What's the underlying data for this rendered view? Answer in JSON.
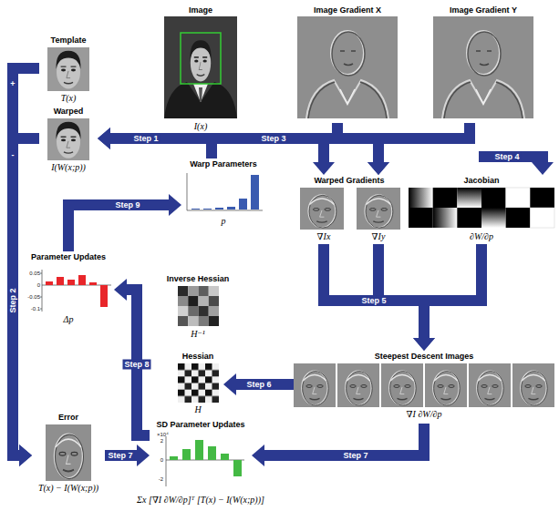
{
  "diagram": {
    "nodes": [
      {
        "text": [
          "Template",
          "T(x)"
        ]
      },
      {
        "text": [
          "Image",
          "I(x)"
        ]
      },
      {
        "text": [
          "Image Gradient X"
        ]
      },
      {
        "text": [
          "Image Gradient Y"
        ]
      },
      {
        "text": [
          "Warped",
          "I(W(x;p))"
        ]
      },
      {
        "text": [
          "Warp Parameters",
          "p"
        ]
      },
      {
        "text": [
          "Warped Gradients",
          "∇Ix",
          "∇Iy"
        ]
      },
      {
        "text": [
          "Jacobian",
          "∂W/∂p"
        ]
      },
      {
        "text": [
          "Parameter Updates",
          "Δp"
        ]
      },
      {
        "text": [
          "Inverse Hessian",
          "H⁻¹"
        ]
      },
      {
        "text": [
          "Hessian",
          "H"
        ]
      },
      {
        "text": [
          "Steepest Descent Images",
          "∇I ∂W/∂p"
        ]
      },
      {
        "text": [
          "Error",
          "T(x) − I(W(x;p))"
        ]
      },
      {
        "text": [
          "SD Parameter Updates",
          "Σx [∇I ∂W/∂p]ᵀ [T(x) − I(W(x;p))]"
        ]
      }
    ],
    "edges": [
      {
        "from": 1,
        "to": 4,
        "arrow": "to",
        "label": "Step 1"
      },
      {
        "from": 5,
        "to": 4,
        "arrow": "to"
      },
      {
        "from": 0,
        "to": 12,
        "arrow": "to",
        "label": "Step 2"
      },
      {
        "from": 4,
        "to": 12,
        "arrow": "to"
      },
      {
        "from": 2,
        "to": 6,
        "arrow": "to"
      },
      {
        "from": 3,
        "to": 6,
        "arrow": "to"
      },
      {
        "from": 5,
        "to": 6,
        "arrow": "to",
        "label": "Step 3"
      },
      {
        "from": 6,
        "to": 11,
        "arrow": "to",
        "label": "Step 5"
      },
      {
        "from": 7,
        "to": 11,
        "arrow": "to"
      },
      {
        "from": 11,
        "to": 10,
        "arrow": "to",
        "label": "Step 6"
      },
      {
        "from": 12,
        "to": 13,
        "arrow": "to",
        "label": "Step 7"
      },
      {
        "from": 11,
        "to": 13,
        "arrow": "to",
        "label": "Step 7"
      },
      {
        "from": 13,
        "to": 8,
        "arrow": "to",
        "label": "Step 8"
      },
      {
        "from": 8,
        "to": 5,
        "arrow": "to",
        "label": "Step 9"
      }
    ],
    "labels": [
      "+",
      "-",
      "Step 4",
      "0.05",
      "0",
      "-0.05",
      "-0.1",
      "×10⁴",
      "2",
      "0",
      "-2"
    ]
  }
}
